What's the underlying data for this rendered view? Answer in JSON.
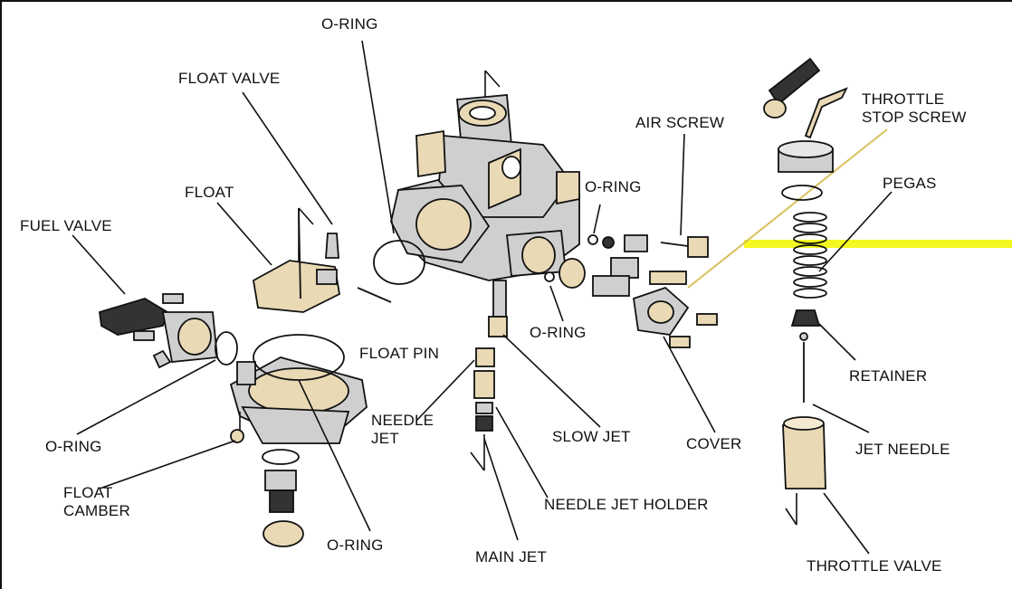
{
  "colors": {
    "part_tan": "#e9d9b5",
    "part_grey": "#cfcfcf",
    "highlight_band": "#f4f820",
    "highlight_leader": "#d8c05a",
    "ink": "#111111"
  },
  "labels": {
    "o_ring_top": "O-RING",
    "float_valve": "FLOAT VALVE",
    "float": "FLOAT",
    "fuel_valve": "FUEL VALVE",
    "o_ring_left": "O-RING",
    "float_chamber_line1": "FLOAT",
    "float_chamber_line2": "CAMBER",
    "o_ring_bottom": "O-RING",
    "float_pin": "FLOAT PIN",
    "needle_jet_line1": "NEEDLE",
    "needle_jet_line2": "JET",
    "main_jet": "MAIN JET",
    "needle_jet_holder": "NEEDLE JET HOLDER",
    "slow_jet": "SLOW JET",
    "o_ring_mid": "O-RING",
    "o_ring_right": "O-RING",
    "air_screw": "AIR SCREW",
    "cover": "COVER",
    "throttle_stop_line1": "THROTTLE",
    "throttle_stop_line2": "STOP SCREW",
    "pegas": "PEGAS",
    "retainer": "RETAINER",
    "jet_needle": "JET NEEDLE",
    "throttle_valve": "THROTTLE VALVE"
  }
}
